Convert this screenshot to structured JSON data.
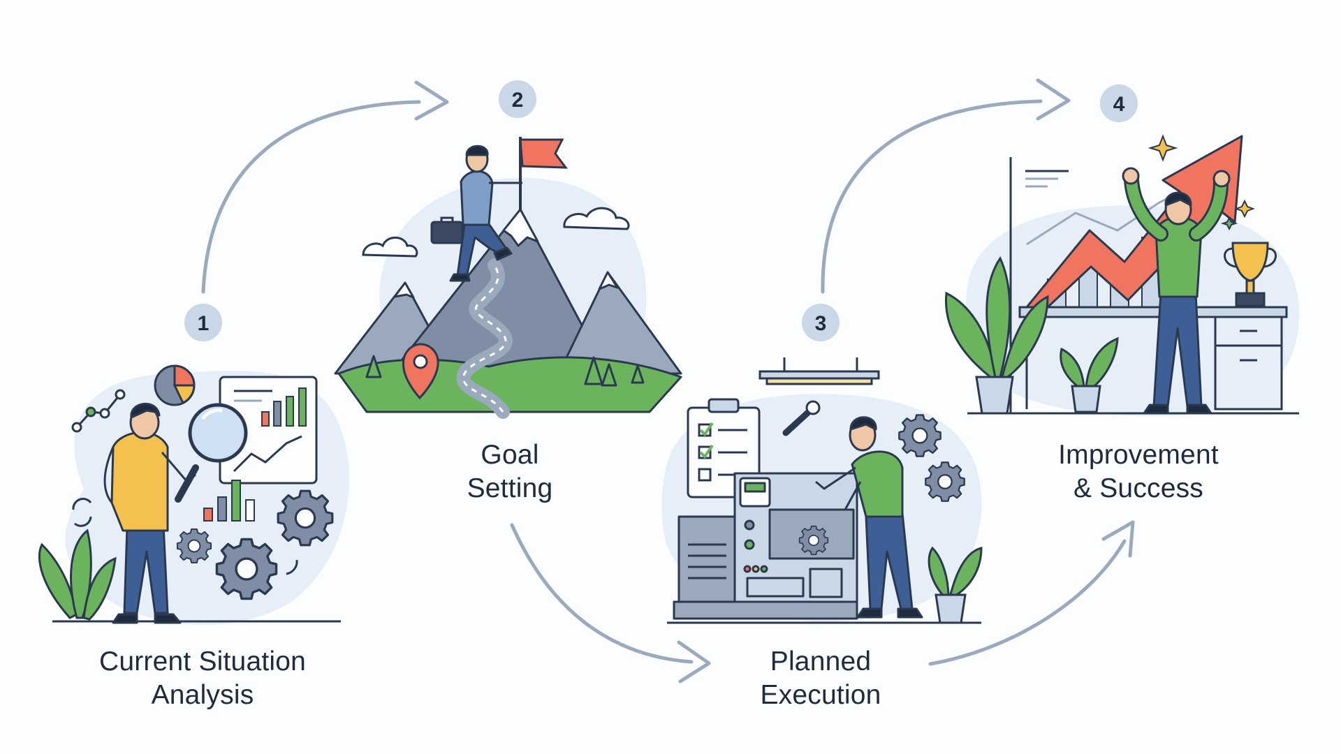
{
  "steps": [
    {
      "number": "1",
      "label_line1": "Current Situation",
      "label_line2": "Analysis"
    },
    {
      "number": "2",
      "label_line1": "Goal",
      "label_line2": "Setting"
    },
    {
      "number": "3",
      "label_line1": "Planned",
      "label_line2": "Execution"
    },
    {
      "number": "4",
      "label_line1": "Improvement",
      "label_line2": "& Success"
    }
  ],
  "colors": {
    "text": "#1e2a3d",
    "badge": "#c9d7e6",
    "arrow": "#9aa9bc",
    "blob": "#e6eef8",
    "accent_red": "#ef7560",
    "green": "#6cb35e",
    "blue_pants": "#3e5f96",
    "yellow_shirt": "#f4c04e",
    "gear": "#7f8ea4"
  },
  "icons": [
    "magnifier-icon",
    "bar-chart-icon",
    "pie-chart-icon",
    "gear-icon",
    "mountain-icon",
    "flag-icon",
    "location-pin-icon",
    "briefcase-icon",
    "cloud-icon",
    "clipboard-checklist-icon",
    "wrench-icon",
    "machine-icon",
    "trophy-icon",
    "growth-arrow-icon",
    "plant-icon",
    "sparkle-icon"
  ]
}
